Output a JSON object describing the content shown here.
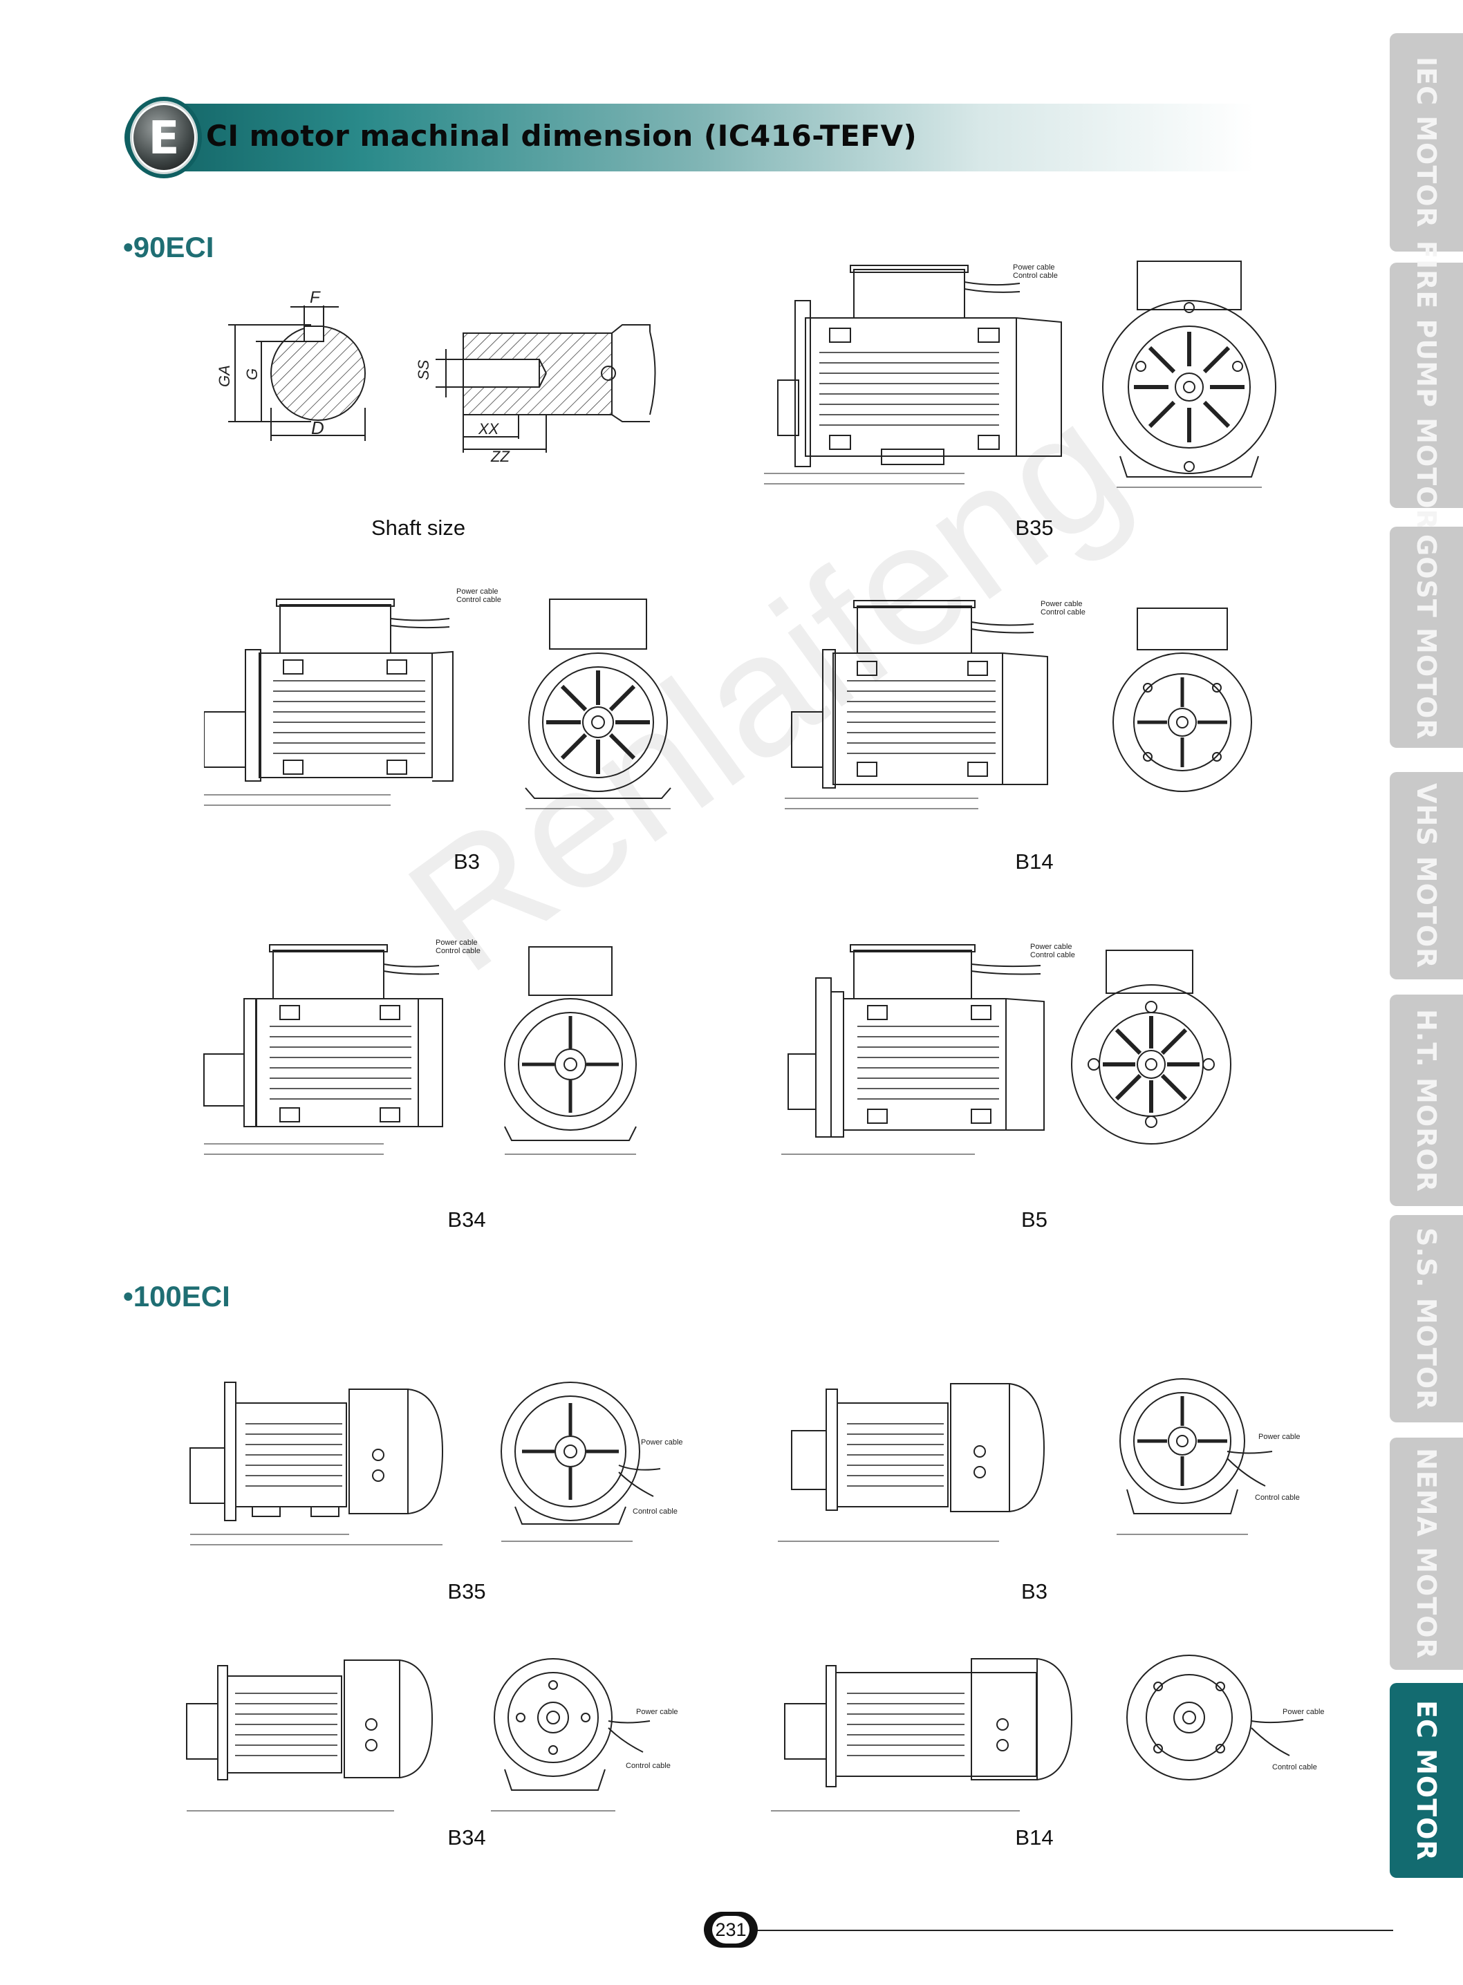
{
  "header": {
    "badge_letter": "E",
    "title": "CI motor machinal dimension (IC416-TEFV)"
  },
  "sections": [
    {
      "heading": "•90ECI",
      "drawings": [
        {
          "caption": "Shaft size"
        },
        {
          "caption": "B35"
        },
        {
          "caption": "B3"
        },
        {
          "caption": "B14"
        },
        {
          "caption": "B34"
        },
        {
          "caption": "B5"
        }
      ]
    },
    {
      "heading": "•100ECI",
      "drawings": [
        {
          "caption": "B35"
        },
        {
          "caption": "B3"
        },
        {
          "caption": "B34"
        },
        {
          "caption": "B14"
        }
      ]
    }
  ],
  "labels": {
    "power_cable": "Power cable",
    "control_cable": "Control cable",
    "shaft_f": "F",
    "shaft_g": "G",
    "shaft_ga": "GA",
    "shaft_d": "D",
    "shaft_ss": "SS",
    "shaft_xx": "XX",
    "shaft_zz": "ZZ"
  },
  "side_tabs": [
    {
      "label": "IEC MOTOR",
      "active": false
    },
    {
      "label": "FIRE PUMP MOTOR",
      "active": false
    },
    {
      "label": "GOST MOTOR",
      "active": false
    },
    {
      "label": "VHS MOTOR",
      "active": false
    },
    {
      "label": "H.T. MOROR",
      "active": false
    },
    {
      "label": "S.S. MOTOR",
      "active": false
    },
    {
      "label": "NEMA MOTOR",
      "active": false
    },
    {
      "label": "EC MOTOR",
      "active": true
    }
  ],
  "watermark": "Renlaifeng",
  "page_number": "231",
  "colors": {
    "accent": "#136b70",
    "tab_gray": "#c9c9c9",
    "heading": "#1f6e73"
  }
}
